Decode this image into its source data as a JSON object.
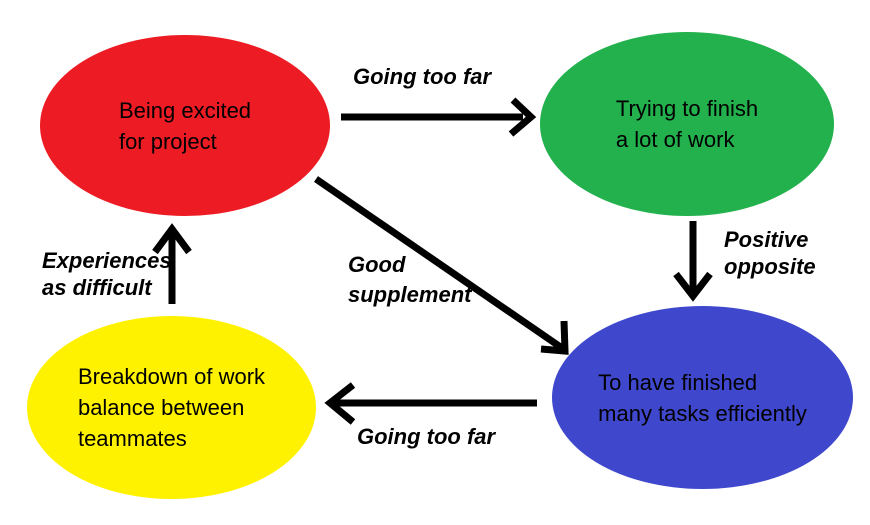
{
  "canvas": {
    "background": "#FFFFFF",
    "arrow_color": "#000000",
    "text_color": "#000000"
  },
  "diagram": {
    "nodes": [
      {
        "id": "excited",
        "label": "Being excited\nfor project",
        "color": "#ED1C24"
      },
      {
        "id": "trying",
        "label": "Trying to finish\na lot of work",
        "color": "#22B14C"
      },
      {
        "id": "finished",
        "label": "To have finished\nmany tasks efficiently",
        "color": "#3F48CC"
      },
      {
        "id": "breakdown",
        "label": "Breakdown of work\nbalance between\nteammates",
        "color": "#FFF200"
      }
    ],
    "edges": [
      {
        "from": "excited",
        "to": "trying",
        "label": "Going too far"
      },
      {
        "from": "trying",
        "to": "finished",
        "label": "Positive\nopposite"
      },
      {
        "from": "excited",
        "to": "finished",
        "label": "Good\nsupplement"
      },
      {
        "from": "finished",
        "to": "breakdown",
        "label": "Going too far"
      },
      {
        "from": "breakdown",
        "to": "excited",
        "label": "Experiences\nas difficult"
      }
    ]
  }
}
